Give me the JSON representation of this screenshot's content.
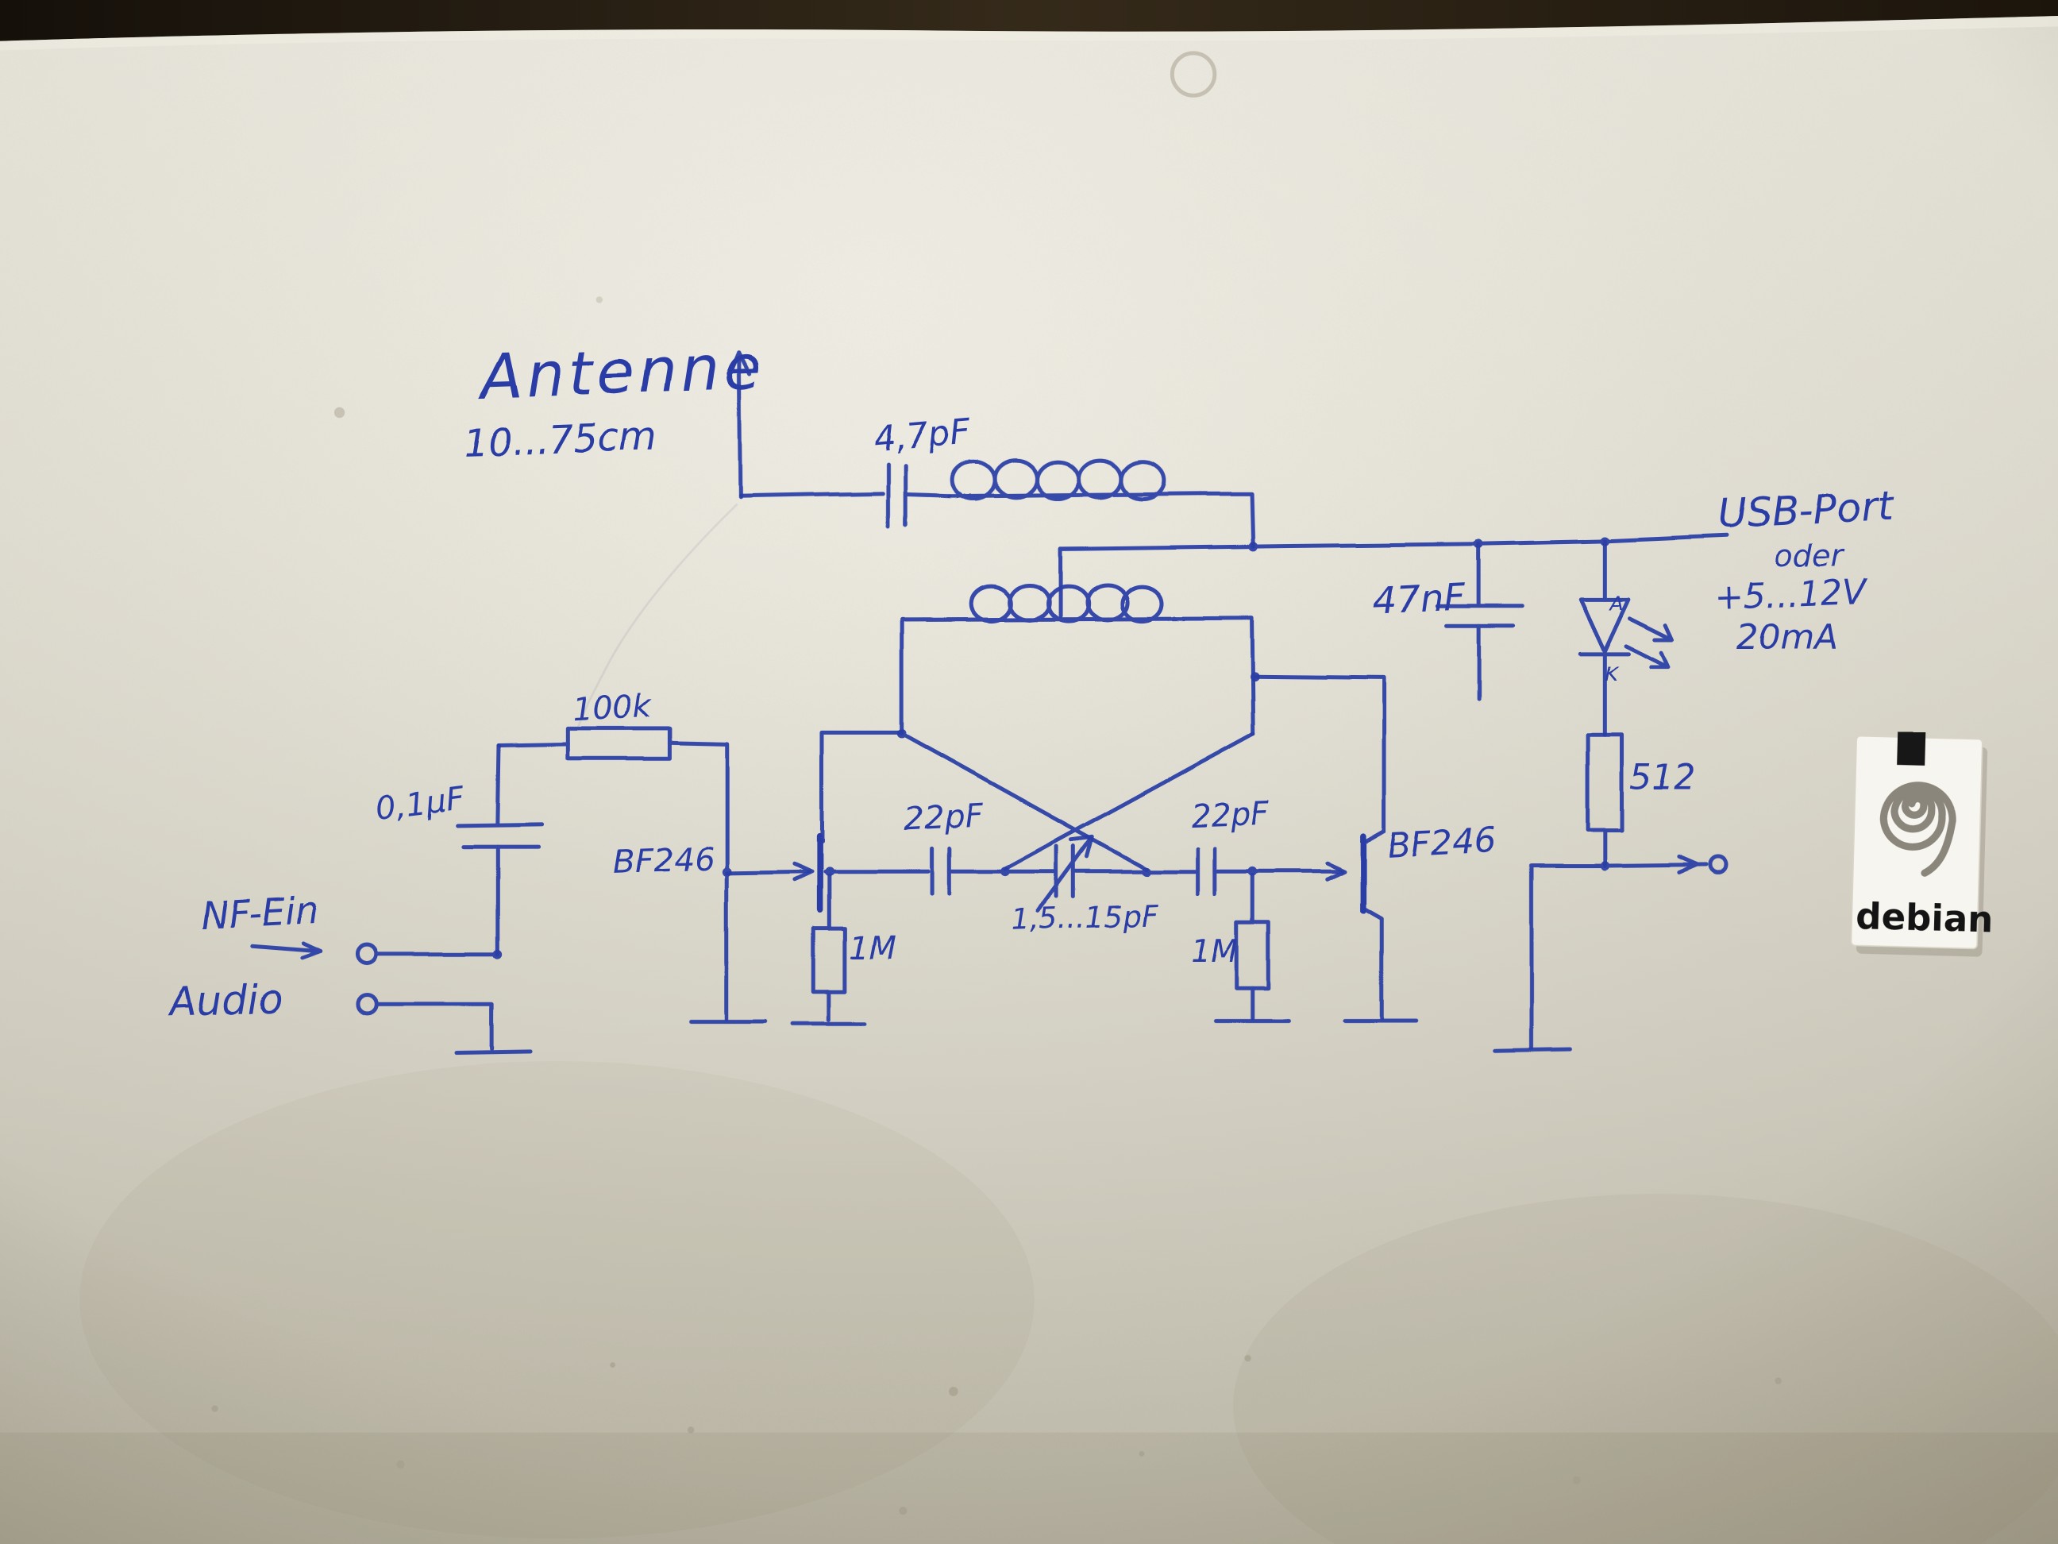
{
  "colors": {
    "ink": "#2a3da6",
    "wall_light": "#e9e7de",
    "wall_dark": "#c4c0b2",
    "ceiling_strip": "#2a2014",
    "sticker_card": "#f7f5ef"
  },
  "labels": {
    "antenna_title": "Antenne",
    "antenna_length": "10...75cm",
    "cap_antenna": "4,7pF",
    "power_port": "USB-Port",
    "power_or": "oder",
    "power_voltage": "+5...12V",
    "power_current": "20mA",
    "cap_supply": "47nF",
    "res_input": "100k",
    "cap_input": "0,1µF",
    "fet_left": "BF246",
    "fet_right": "BF246",
    "cap_left": "22pF",
    "cap_right": "22pF",
    "cap_variable": "1,5...15pF",
    "res_left": "1M",
    "res_right": "1M",
    "res_led": "512",
    "input_nf": "NF-Ein",
    "input_audio": "Audio",
    "led_anode": "A",
    "led_cathode": "K"
  },
  "sticker": {
    "brand": "debian"
  }
}
